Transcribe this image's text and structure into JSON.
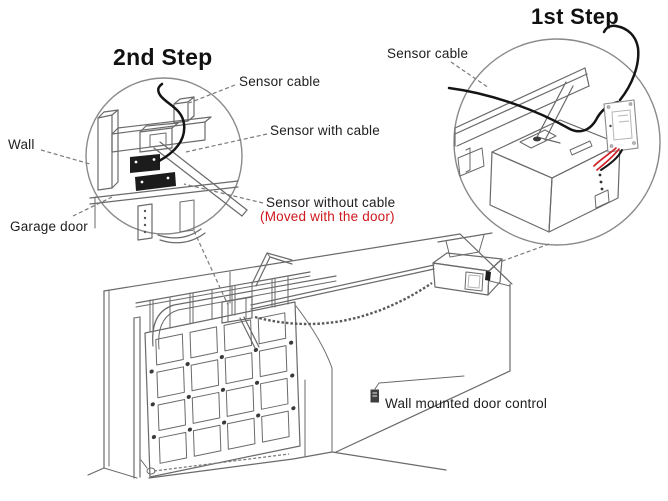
{
  "diagram": {
    "step1": {
      "title": "1st Step",
      "labels": {
        "sensor_cable": "Sensor cable"
      }
    },
    "step2": {
      "title": "2nd Step",
      "labels": {
        "sensor_cable": "Sensor cable",
        "sensor_with_cable": "Sensor with cable",
        "sensor_without_cable": "Sensor without cable",
        "moved_note": "(Moved with the door)",
        "wall": "Wall",
        "garage_door": "Garage door"
      }
    },
    "scene": {
      "labels": {
        "wall_control": "Wall mounted door control"
      }
    },
    "colors": {
      "annotation_red": "#ce181e",
      "line_gray": "#6a6a6a",
      "cable_black": "#141414"
    }
  }
}
